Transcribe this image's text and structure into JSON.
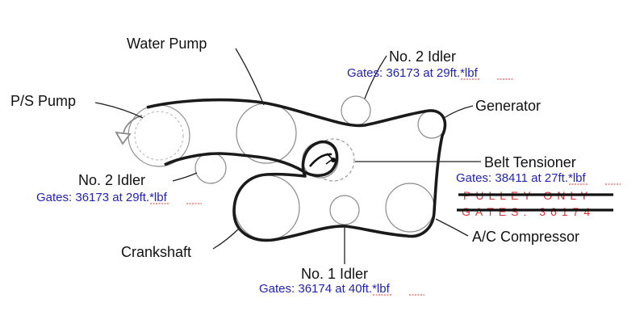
{
  "labels": {
    "water_pump": "Water Pump",
    "no2_idler_top": "No. 2 Idler",
    "no2_idler_top_note": "Gates: 36173 at 29ft.*lbf",
    "ps_pump": "P/S Pump",
    "generator": "Generator",
    "belt_tensioner": "Belt Tensioner",
    "belt_tensioner_note": "Gates: 38411 at 27ft.*lbf",
    "pulley_only": "PULLEY ONLY",
    "gates_36174_strike": "GATES: 36174",
    "no2_idler_left": "No. 2 Idler",
    "no2_idler_left_note": "Gates: 36173 at 29ft.*lbf",
    "crankshaft": "Crankshaft",
    "ac_compressor": "A/C Compressor",
    "no1_idler": "No. 1 Idler",
    "no1_idler_note": "Gates: 36174 at 40ft.*lbf"
  },
  "colors": {
    "label_text": "#111111",
    "note_text": "#2222bb",
    "strike_text": "#e03030",
    "belt": "#1a1a1a",
    "pulley_outline": "#8a8a8a"
  }
}
